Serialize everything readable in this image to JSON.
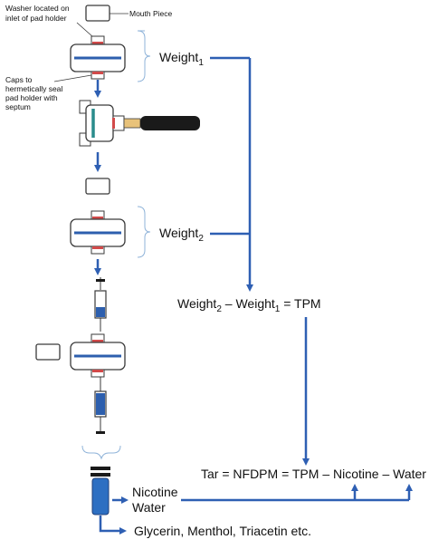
{
  "labels": {
    "washer_line1": "Washer located on",
    "washer_line2": "inlet of pad holder",
    "mouth_piece": "Mouth Piece",
    "caps_line1": "Caps to",
    "caps_line2": "hermetically seal",
    "caps_line3": "pad holder with",
    "caps_line4": "septum",
    "weight1": "Weight",
    "weight1_sub": "1",
    "weight2": "Weight",
    "weight2_sub": "2",
    "tpm_eq": {
      "w2": "Weight",
      "w2_sub": "2",
      "minus": " – Weight",
      "w1_sub": "1",
      "equals": " = TPM"
    },
    "tar_eq": "Tar = NFDPM = TPM – Nicotine – Water",
    "nicotine": "Nicotine",
    "water": "Water",
    "glycerin": "Glycerin, Menthol, Triacetin etc."
  },
  "colors": {
    "flow": "#2e5fb3",
    "outline": "#3a3a3a",
    "pad_blue": "#2d5fae",
    "seal_red": "#d24a4a",
    "needle_teal": "#2a8c8c",
    "handle_tan": "#e8c27a",
    "handle_black": "#1a1a1a",
    "bracket": "#8fb3d9",
    "vial_blue": "#2d6fc2"
  }
}
